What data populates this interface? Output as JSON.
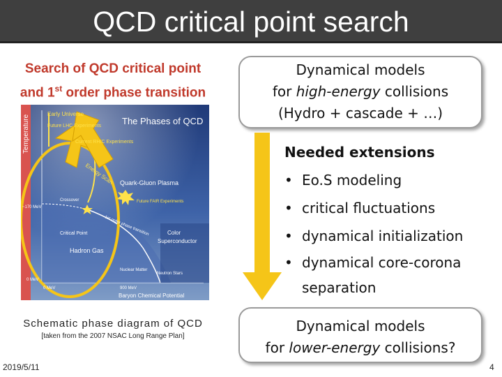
{
  "slide": {
    "title": "QCD critical point search",
    "date": "2019/5/11",
    "page_number": "4"
  },
  "left": {
    "heading_part1": "Search of QCD critical point",
    "heading_part2": "and 1",
    "heading_sup": "st",
    "heading_part3": " order phase transition",
    "caption": "Schematic phase diagram of QCD",
    "source": "[taken from the 2007 NSAC Long Range Plan]"
  },
  "diagram": {
    "title": "The Phases of QCD",
    "y_axis": "Temperature",
    "x_axis": "Baryon Chemical Potential",
    "labels": {
      "early_universe": "Early Universe",
      "future_lhc": "Future LHC Experiments",
      "current_rhic": "Current RHIC Experiments",
      "energy_scan": "Energy Scan",
      "qgp": "Quark-Gluon Plasma",
      "future_fair": "Future FAIR Experiments",
      "first_order": "1st order phase transition",
      "crossover": "Crossover",
      "critical_point": "Critical Point",
      "hadron_gas": "Hadron Gas",
      "color_sc": "Color Superconductor",
      "nuclear_matter": "Nuclear Matter",
      "neutron_stars": "Neutron Stars",
      "t_170": "~170 MeV",
      "t_0": "0 MeV",
      "mu_0": "0 MeV",
      "mu_900": "900 MeV"
    }
  },
  "right": {
    "top_box": {
      "line1": "Dynamical models",
      "line2_pre": "for ",
      "line2_em": "high-energy",
      "line2_post": " collisions",
      "line3": "(Hydro + cascade + …)"
    },
    "extensions": {
      "heading": "Needed extensions",
      "items": [
        "Eo.S modeling",
        "critical fluctuations",
        "dynamical initialization",
        "dynamical core-corona separation"
      ]
    },
    "bottom_box": {
      "line1": "Dynamical models",
      "line2_pre": "for ",
      "line2_em": "lower-energy",
      "line2_post": " collisions?"
    }
  },
  "colors": {
    "title_bar": "#3f3f3f",
    "heading_red": "#c0392b",
    "arrow_yellow": "#f5c518",
    "diagram_blue": "#3b5b9c"
  }
}
